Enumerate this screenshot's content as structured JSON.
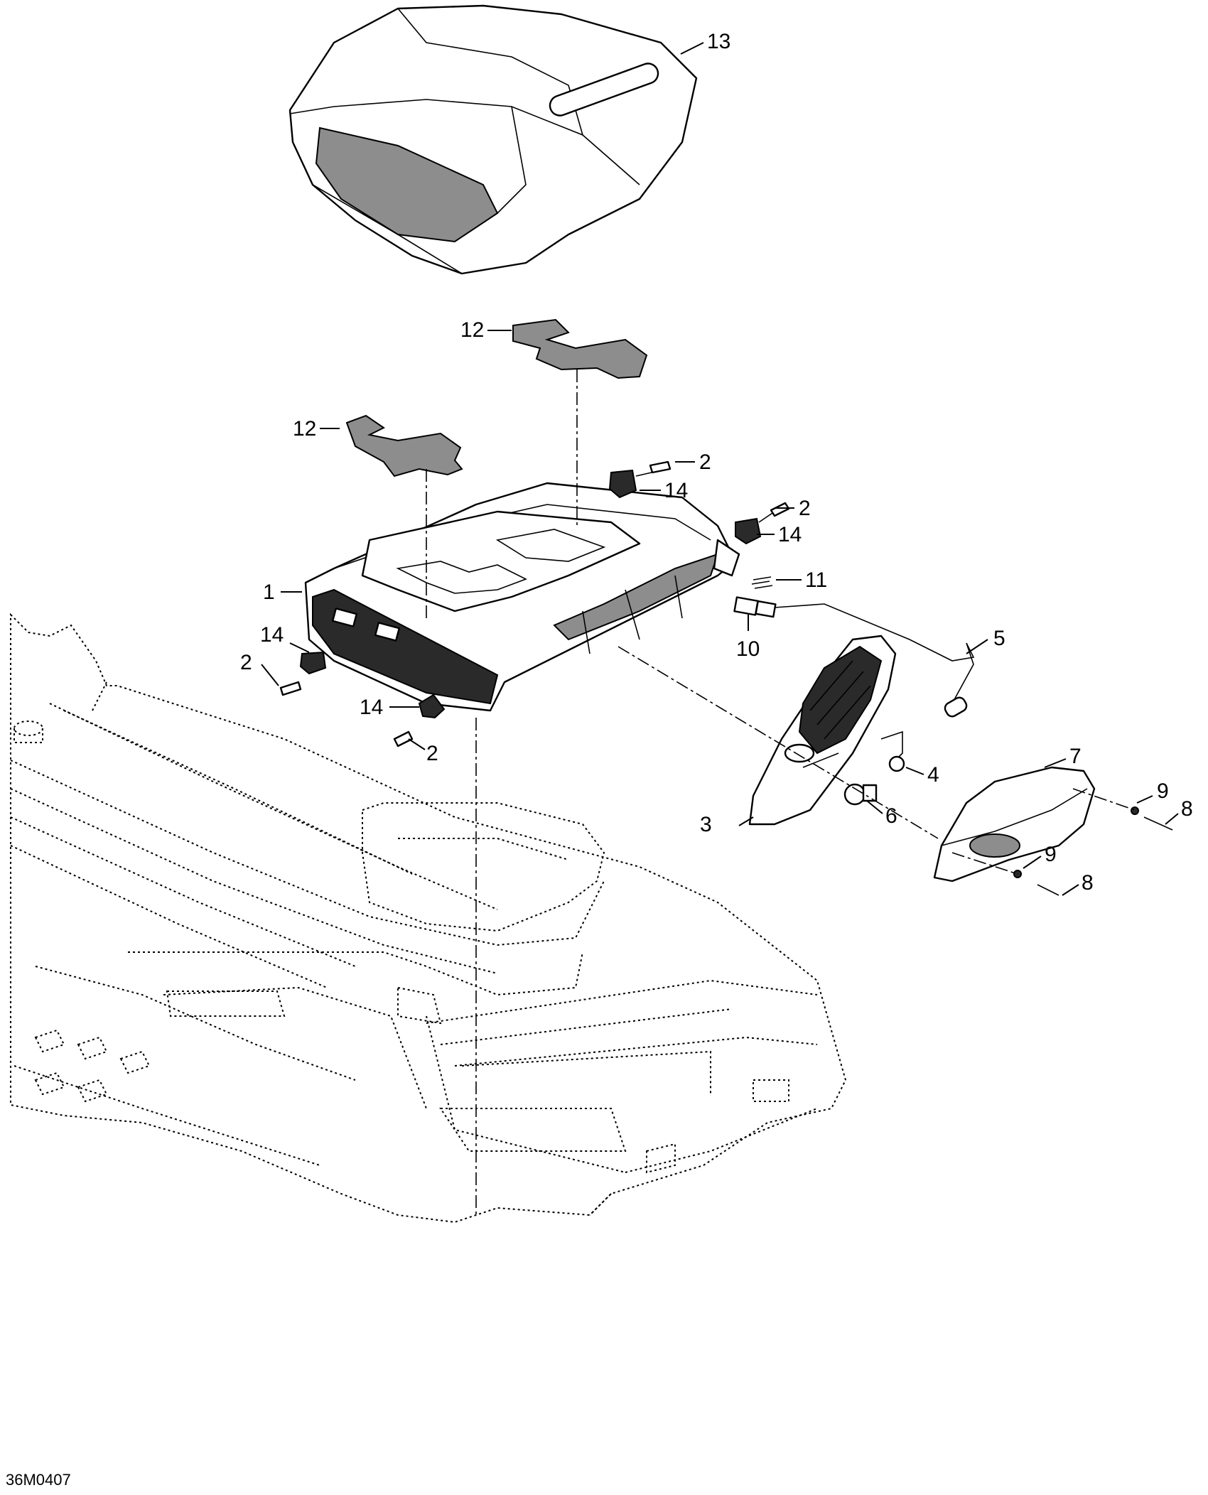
{
  "figure_code": "36M0407",
  "callouts": [
    {
      "id": "c13",
      "text": "13"
    },
    {
      "id": "c12a",
      "text": "12"
    },
    {
      "id": "c12b",
      "text": "12"
    },
    {
      "id": "c2a",
      "text": "2"
    },
    {
      "id": "c14a",
      "text": "14"
    },
    {
      "id": "c2b",
      "text": "2"
    },
    {
      "id": "c14b",
      "text": "14"
    },
    {
      "id": "c11",
      "text": "11"
    },
    {
      "id": "c1",
      "text": "1"
    },
    {
      "id": "c10",
      "text": "10"
    },
    {
      "id": "c5",
      "text": "5"
    },
    {
      "id": "c14c",
      "text": "14"
    },
    {
      "id": "c2c",
      "text": "2"
    },
    {
      "id": "c14d",
      "text": "14"
    },
    {
      "id": "c2d",
      "text": "2"
    },
    {
      "id": "c7",
      "text": "7"
    },
    {
      "id": "c4",
      "text": "4"
    },
    {
      "id": "c3",
      "text": "3"
    },
    {
      "id": "c6",
      "text": "6"
    },
    {
      "id": "c9a",
      "text": "9"
    },
    {
      "id": "c8a",
      "text": "8"
    },
    {
      "id": "c9b",
      "text": "9"
    },
    {
      "id": "c8b",
      "text": "8"
    }
  ]
}
